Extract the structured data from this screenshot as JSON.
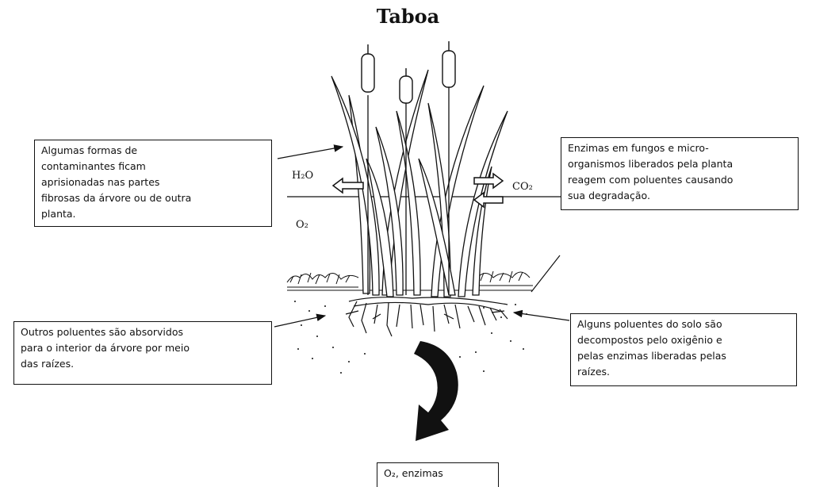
{
  "title": "Taboa",
  "callouts": {
    "top_left": "Algumas formas de\ncontaminantes  ficam\naprisionadas  nas partes\nfibrosas da árvore ou de outra\nplanta.",
    "top_right": "Enzimas em fungos e micro-\norganismos liberados pela planta\nreagem com poluentes  causando\nsua degradação.",
    "bottom_left": "Outros poluentes  são absorvidos\npara o interior  da árvore por meio\ndas raízes.",
    "bottom_right": "Alguns poluentes  do solo são\ndecompostos  pelo oxigênio e\npelas enzimas liberadas pelas\nraízes.",
    "bottom_center": "O₂, enzimas"
  },
  "labels": {
    "h2o": "H₂O",
    "co2": "CO₂",
    "o2": "O₂"
  },
  "colors": {
    "ink": "#111111",
    "background": "#ffffff"
  }
}
